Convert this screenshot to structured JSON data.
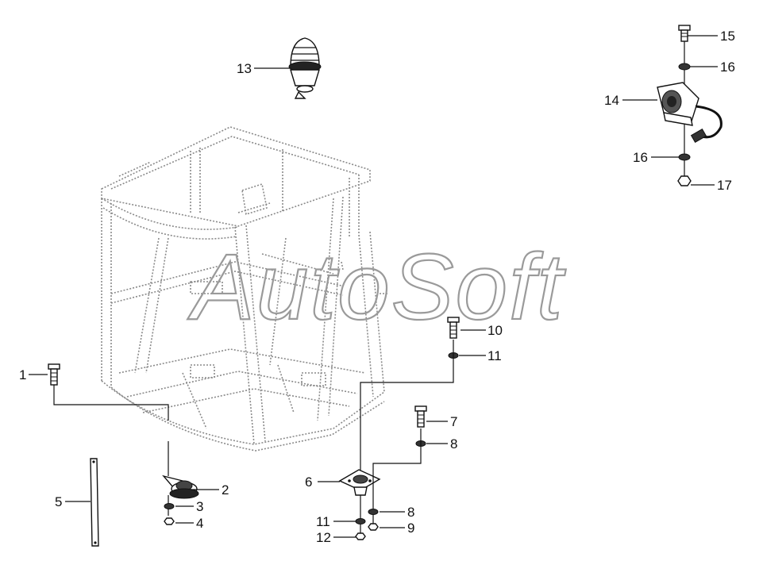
{
  "watermark": "AutoSoft",
  "callouts": [
    "1",
    "2",
    "3",
    "4",
    "5",
    "6",
    "7",
    "8",
    "8",
    "9",
    "10",
    "11",
    "11",
    "12",
    "13",
    "14",
    "15",
    "16",
    "16",
    "17"
  ]
}
